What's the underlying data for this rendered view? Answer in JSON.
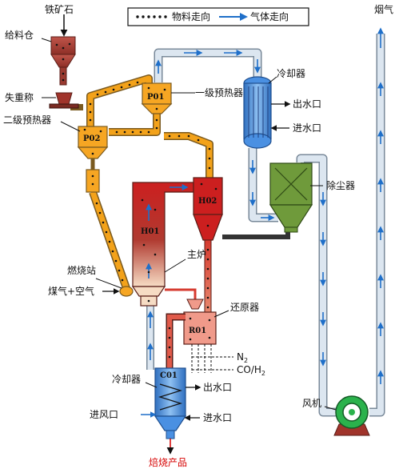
{
  "legend": {
    "material_flow": "物料走向",
    "gas_flow": "气体走向"
  },
  "labels": {
    "iron_ore": "铁矿石",
    "feed_bin": "给料仓",
    "loss_in_weight_scale": "失重称",
    "secondary_preheater": "二级预热器",
    "primary_preheater": "一级预热器",
    "cooler_top": "冷却器",
    "water_out_top": "出水口",
    "water_in_top": "进水口",
    "dust_collector": "除尘器",
    "flue_gas": "烟气",
    "main_furnace": "主炉",
    "burner_station": "燃烧站",
    "gas_air": "煤气+空气",
    "reducer": "还原器",
    "n2": "N",
    "n2_sub": "2",
    "co_h2": "CO/H",
    "co_h2_sub": "2",
    "cooler_bottom": "冷却器",
    "water_out_bottom": "出水口",
    "air_inlet": "进风口",
    "water_in_bottom": "进水口",
    "fan": "风机",
    "product": "焙烧产品"
  },
  "tags": {
    "p01": "P01",
    "p02": "P02",
    "h01": "H01",
    "h02": "H02",
    "r01": "R01",
    "c01": "C01"
  },
  "colors": {
    "gas_line": "#1f6fc9",
    "gas_pipe_fill": "#dce6f0",
    "material_pipe": "#f3a21a",
    "preheater": "#f6a623",
    "feed_bin": "#b4473c",
    "furnace_top": "#cc1f1f",
    "furnace_bottom": "#f6dcc4",
    "reducer": "#f09a8a",
    "cooler_blue": "#4a90e2",
    "dust_green": "#6f9a3b",
    "fan_green": "#2bb24c",
    "fan_base": "#a0342b",
    "product_red": "#d60000"
  }
}
